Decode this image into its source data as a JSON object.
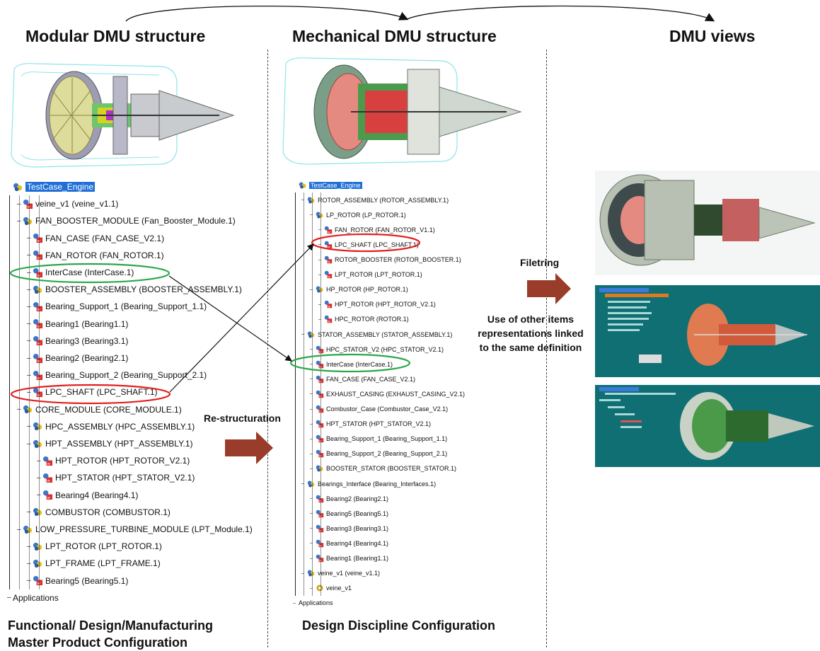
{
  "headings": {
    "modular": "Modular DMU structure",
    "mechanical": "Mechanical DMU structure",
    "views": "DMU views"
  },
  "captions": {
    "left_line1": "Functional/ Design/Manufacturing",
    "left_line2": "Master Product Configuration",
    "middle": "Design Discipline Configuration"
  },
  "labels": {
    "restructuration": "Re-structuration",
    "filetring": "Filetring",
    "use_line1": "Use of other items",
    "use_line2": "representations linked",
    "use_line3": "to the same definition"
  },
  "left_tree": [
    {
      "text": "TestCase_Engine",
      "level": 0,
      "icon": "product-icon",
      "selected": true
    },
    {
      "text": "veine_v1 (veine_v1.1)",
      "level": 1,
      "icon": "part-icon"
    },
    {
      "text": "FAN_BOOSTER_MODULE (Fan_Booster_Module.1)",
      "level": 1,
      "icon": "product-icon"
    },
    {
      "text": "FAN_CASE (FAN_CASE_V2.1)",
      "level": 2,
      "icon": "part-icon"
    },
    {
      "text": "FAN_ROTOR (FAN_ROTOR.1)",
      "level": 2,
      "icon": "part-icon"
    },
    {
      "text": "InterCase (InterCase.1)",
      "level": 2,
      "icon": "part-icon"
    },
    {
      "text": "BOOSTER_ASSEMBLY (BOOSTER_ASSEMBLY.1)",
      "level": 2,
      "icon": "product-icon"
    },
    {
      "text": "Bearing_Support_1 (Bearing_Support_1.1)",
      "level": 2,
      "icon": "part-icon"
    },
    {
      "text": "Bearing1 (Bearing1.1)",
      "level": 2,
      "icon": "part-icon"
    },
    {
      "text": "Bearing3 (Bearing3.1)",
      "level": 2,
      "icon": "part-icon"
    },
    {
      "text": "Bearing2 (Bearing2.1)",
      "level": 2,
      "icon": "part-icon"
    },
    {
      "text": "Bearing_Support_2 (Bearing_Support_2.1)",
      "level": 2,
      "icon": "part-icon"
    },
    {
      "text": "LPC_SHAFT (LPC_SHAFT.1)",
      "level": 2,
      "icon": "part-icon"
    },
    {
      "text": "CORE_MODULE (CORE_MODULE.1)",
      "level": 1,
      "icon": "product-icon"
    },
    {
      "text": "HPC_ASSEMBLY (HPC_ASSEMBLY.1)",
      "level": 2,
      "icon": "product-icon"
    },
    {
      "text": "HPT_ASSEMBLY (HPT_ASSEMBLY.1)",
      "level": 2,
      "icon": "product-icon"
    },
    {
      "text": "HPT_ROTOR (HPT_ROTOR_V2.1)",
      "level": 3,
      "icon": "part-icon"
    },
    {
      "text": "HPT_STATOR (HPT_STATOR_V2.1)",
      "level": 3,
      "icon": "part-icon"
    },
    {
      "text": "Bearing4 (Bearing4.1)",
      "level": 3,
      "icon": "part-icon"
    },
    {
      "text": "COMBUSTOR (COMBUSTOR.1)",
      "level": 2,
      "icon": "product-icon"
    },
    {
      "text": "LOW_PRESSURE_TURBINE_MODULE (LPT_Module.1)",
      "level": 1,
      "icon": "product-icon"
    },
    {
      "text": "LPT_ROTOR (LPT_ROTOR.1)",
      "level": 2,
      "icon": "product-icon"
    },
    {
      "text": "LPT_FRAME (LPT_FRAME.1)",
      "level": 2,
      "icon": "product-icon"
    },
    {
      "text": "Bearing5 (Bearing5.1)",
      "level": 2,
      "icon": "part-icon"
    },
    {
      "text": "Applications",
      "level": 0,
      "icon": "none"
    }
  ],
  "middle_tree": [
    {
      "text": "TestCase_Engine",
      "level": 0,
      "icon": "product-icon",
      "selected": true
    },
    {
      "text": "ROTOR_ASSEMBLY (ROTOR_ASSEMBLY.1)",
      "level": 1,
      "icon": "product-icon"
    },
    {
      "text": "LP_ROTOR (LP_ROTOR.1)",
      "level": 2,
      "icon": "product-icon"
    },
    {
      "text": "FAN_ROTOR (FAN_ROTOR_V1.1)",
      "level": 3,
      "icon": "part-icon"
    },
    {
      "text": "LPC_SHAFT (LPC_SHAFT.1)",
      "level": 3,
      "icon": "part-icon"
    },
    {
      "text": "ROTOR_BOOSTER (ROTOR_BOOSTER.1)",
      "level": 3,
      "icon": "part-icon"
    },
    {
      "text": "LPT_ROTOR (LPT_ROTOR.1)",
      "level": 3,
      "icon": "part-icon"
    },
    {
      "text": "HP_ROTOR (HP_ROTOR.1)",
      "level": 2,
      "icon": "product-icon"
    },
    {
      "text": "HPT_ROTOR (HPT_ROTOR_V2.1)",
      "level": 3,
      "icon": "part-icon"
    },
    {
      "text": "HPC_ROTOR (ROTOR.1)",
      "level": 3,
      "icon": "part-icon"
    },
    {
      "text": "STATOR_ASSEMBLY (STATOR_ASSEMBLY.1)",
      "level": 1,
      "icon": "product-icon"
    },
    {
      "text": "HPC_STATOR_V2 (HPC_STATOR_V2.1)",
      "level": 2,
      "icon": "part-icon"
    },
    {
      "text": "InterCase (InterCase.1)",
      "level": 2,
      "icon": "part-icon"
    },
    {
      "text": "FAN_CASE (FAN_CASE_V2.1)",
      "level": 2,
      "icon": "part-icon"
    },
    {
      "text": "EXHAUST_CASING (EXHAUST_CASING_V2.1)",
      "level": 2,
      "icon": "part-icon"
    },
    {
      "text": "Combustor_Case (Combustor_Case_V2.1)",
      "level": 2,
      "icon": "part-icon"
    },
    {
      "text": "HPT_STATOR (HPT_STATOR_V2.1)",
      "level": 2,
      "icon": "part-icon"
    },
    {
      "text": "Bearing_Support_1 (Bearing_Support_1.1)",
      "level": 2,
      "icon": "part-icon"
    },
    {
      "text": "Bearing_Support_2 (Bearing_Support_2.1)",
      "level": 2,
      "icon": "part-icon"
    },
    {
      "text": "BOOSTER_STATOR (BOOSTER_STATOR.1)",
      "level": 2,
      "icon": "product-icon"
    },
    {
      "text": "Bearings_Interface (Bearing_Interfaces.1)",
      "level": 1,
      "icon": "product-icon"
    },
    {
      "text": "Bearing2 (Bearing2.1)",
      "level": 2,
      "icon": "part-icon"
    },
    {
      "text": "Bearing5 (Bearing5.1)",
      "level": 2,
      "icon": "part-icon"
    },
    {
      "text": "Bearing3 (Bearing3.1)",
      "level": 2,
      "icon": "part-icon"
    },
    {
      "text": "Bearing4 (Bearing4.1)",
      "level": 2,
      "icon": "part-icon"
    },
    {
      "text": "Bearing1 (Bearing1.1)",
      "level": 2,
      "icon": "part-icon"
    },
    {
      "text": "veine_v1 (veine_v1.1)",
      "level": 1,
      "icon": "product-icon"
    },
    {
      "text": "veine_v1",
      "level": 2,
      "icon": "gear-icon"
    },
    {
      "text": "Applications",
      "level": 0,
      "icon": "none"
    }
  ],
  "colors": {
    "highlight_red": "#e02020",
    "highlight_green": "#2aa84a",
    "arrow_fill": "#993c2a",
    "selection_blue": "#1f6fd6",
    "panel_teal": "#0f6f73"
  }
}
